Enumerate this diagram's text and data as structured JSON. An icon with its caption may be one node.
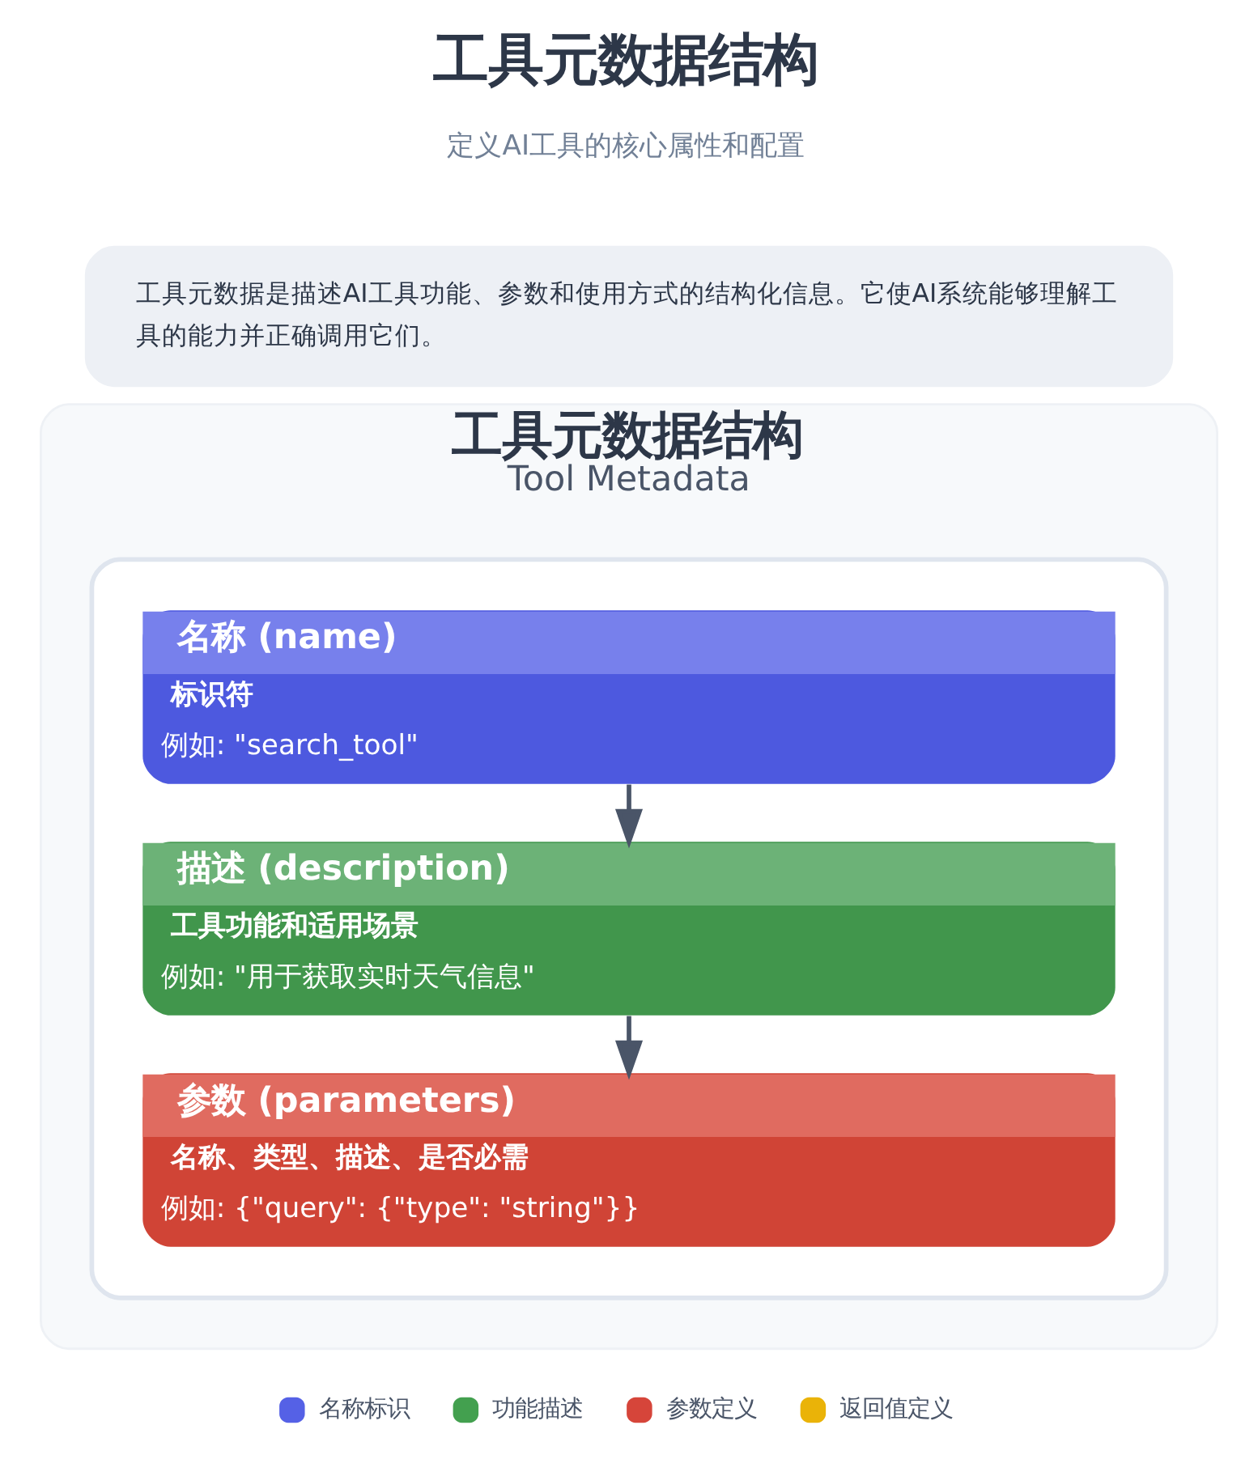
{
  "diagram": {
    "title": "工具元数据结构",
    "nodes": [
      {
        "text": [
          "工具元数据是描述AI工具功能、参数和使用方式的结构化信息。它使AI系统能够理解工具的能力并正确调用它们。"
        ]
      },
      {
        "text": [
          "工具元数据结构",
          "Tool Metadata"
        ]
      },
      {
        "text": [],
        "shape": "box",
        "in": 1
      },
      {
        "text": [
          "名称 (name)",
          "标识符",
          "例如: \"search_tool\""
        ],
        "in": 2
      },
      {
        "text": [
          "描述 (description)",
          "工具功能和适用场景",
          "例如: \"用于获取实时天气信息\""
        ],
        "in": 2
      },
      {
        "text": [
          "参数 (parameters)",
          "名称、类型、描述、是否必需",
          "例如: {\"query\": {\"type\": \"string\"}}"
        ],
        "in": 2
      }
    ],
    "edges": [
      {
        "from": 3,
        "to": 4,
        "arrow": "to"
      },
      {
        "from": 4,
        "to": 5,
        "arrow": "to"
      }
    ],
    "labels": [
      "定义AI工具的核心属性和配置"
    ],
    "legend": [
      {
        "text": "名称标识",
        "color": "#5561e6"
      },
      {
        "text": "功能描述",
        "color": "#43a04f"
      },
      {
        "text": "参数定义",
        "color": "#d6453a"
      },
      {
        "text": "返回值定义",
        "color": "#eab308"
      }
    ]
  }
}
